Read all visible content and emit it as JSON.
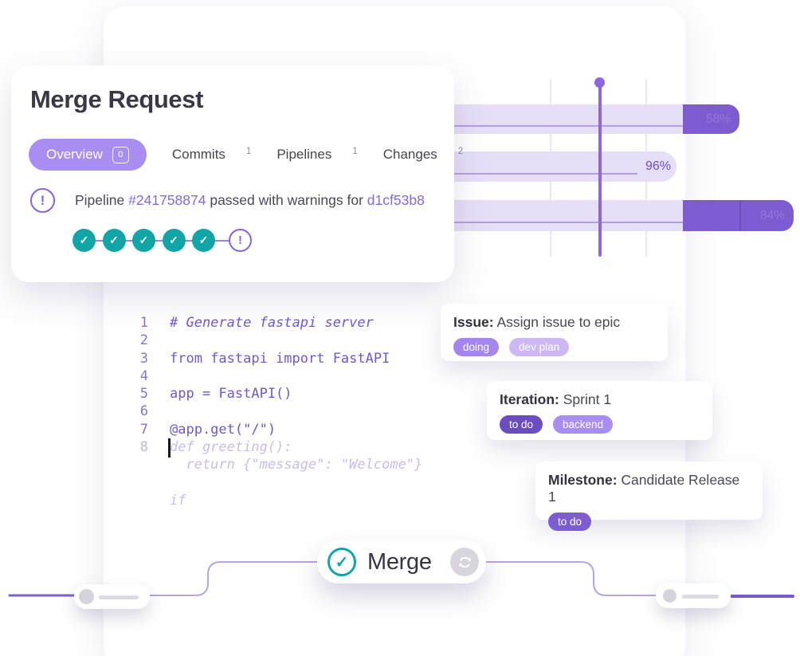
{
  "colors": {
    "accent_purple": "#7d5cd2",
    "light_purple_track": "#e7dff8",
    "tab_active_bg": "#a98ef2",
    "teal": "#12a5a6",
    "link_purple": "#8468e0",
    "code_purple": "#7158cc",
    "ghost_code_purple": "#cabde9",
    "connector_purple": "#b7a5e7",
    "badge_doing": "#a486ee",
    "badge_dev_plan": "#cdb8f4",
    "badge_to_do_iteration": "#6b4dc0",
    "badge_backend": "#a98ef2",
    "badge_to_do_milestone": "#7d5dd2"
  },
  "merge_request": {
    "title": "Merge Request",
    "tabs": {
      "overview": {
        "label": "Overview",
        "badge": "0"
      },
      "commits": {
        "label": "Commits",
        "count": "1"
      },
      "pipelines": {
        "label": "Pipelines",
        "count": "1"
      },
      "changes": {
        "label": "Changes",
        "count": "2"
      }
    },
    "pipeline_status": {
      "before": "Pipeline ",
      "pipeline_id": "#241758874",
      "middle": " passed with warnings for ",
      "commit_sha": "d1cf53b8"
    },
    "stepper": {
      "passed_steps": 5,
      "warning_steps": 1,
      "check_glyph": "✓",
      "warning_glyph": "!"
    }
  },
  "gantt": {
    "bars": [
      {
        "percent": "58%"
      },
      {
        "percent": "96%"
      },
      {
        "percent": "84%"
      }
    ]
  },
  "code": {
    "lines": [
      {
        "num": "1",
        "text": "# Generate fastapi server"
      },
      {
        "num": "2",
        "text": ""
      },
      {
        "num": "3",
        "text": "from fastapi import FastAPI"
      },
      {
        "num": "4",
        "text": ""
      },
      {
        "num": "5",
        "text": "app = FastAPI()"
      },
      {
        "num": "6",
        "text": ""
      },
      {
        "num": "7",
        "text": "@app.get(\"/\")"
      },
      {
        "num": "8",
        "text": "def greeting():"
      },
      {
        "num": "",
        "text": "  return {\"message\": \"Welcome\"}"
      },
      {
        "num": "",
        "text": ""
      },
      {
        "num": "",
        "text": "if"
      }
    ]
  },
  "issue_card": {
    "label": "Issue:",
    "title": " Assign issue to epic",
    "badges": [
      "doing",
      "dev plan"
    ]
  },
  "iteration_card": {
    "label": "Iteration:",
    "title": " Sprint 1",
    "badges": [
      "to do",
      "backend"
    ]
  },
  "milestone_card": {
    "label": "Milestone:",
    "title": " Candidate Release 1",
    "badges": [
      "to do"
    ]
  },
  "merge_action": {
    "label": "Merge"
  }
}
